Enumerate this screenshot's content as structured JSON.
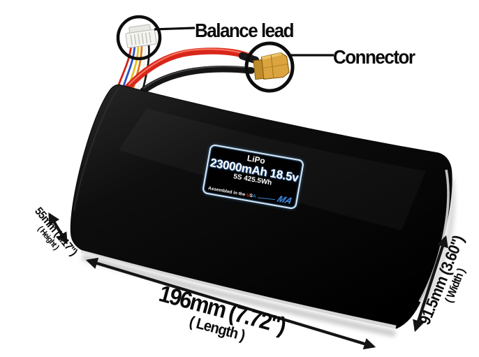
{
  "annotations": {
    "balance_lead": "Balance lead",
    "connector": "Connector"
  },
  "battery_label": {
    "chemistry": "LiPo",
    "capacity_voltage": "23000mAh 18.5v",
    "config_energy": "5S 425.5Wh",
    "assembled_prefix": "Assembled in the ",
    "usa": {
      "u": "U",
      "s": "S",
      "a": "A"
    },
    "logo_text": "MA"
  },
  "dimensions": {
    "height": {
      "value": "55mm (2.17\")",
      "label": "( Height )"
    },
    "length": {
      "value": "196mm (7.72\")",
      "label": "( Length )"
    },
    "width": {
      "value": "91.5mm (3.60\")",
      "label": "( Width )"
    }
  },
  "colors": {
    "background": "#ffffff",
    "battery_black": "#0a0a0a",
    "annotation_black": "#141414",
    "wire_red": "#d9261b",
    "wire_black": "#161616",
    "connector_yellow": "#dca43f",
    "label_accent_blue": "#3f86d8",
    "usa_red": "#e03328",
    "usa_white": "#ffffff",
    "usa_blue": "#2f7fd6",
    "balance_wires": [
      "#cf2318",
      "#2b50c8",
      "#e8c020",
      "#e07818",
      "#f0f0f0",
      "#1a1a1a"
    ]
  },
  "icons": {
    "balance_connector": "jst-xh-balance-plug",
    "main_connector": "xt60-plug",
    "callouts": "callout-circle",
    "dimension_arrows": "double-headed-arrow"
  }
}
